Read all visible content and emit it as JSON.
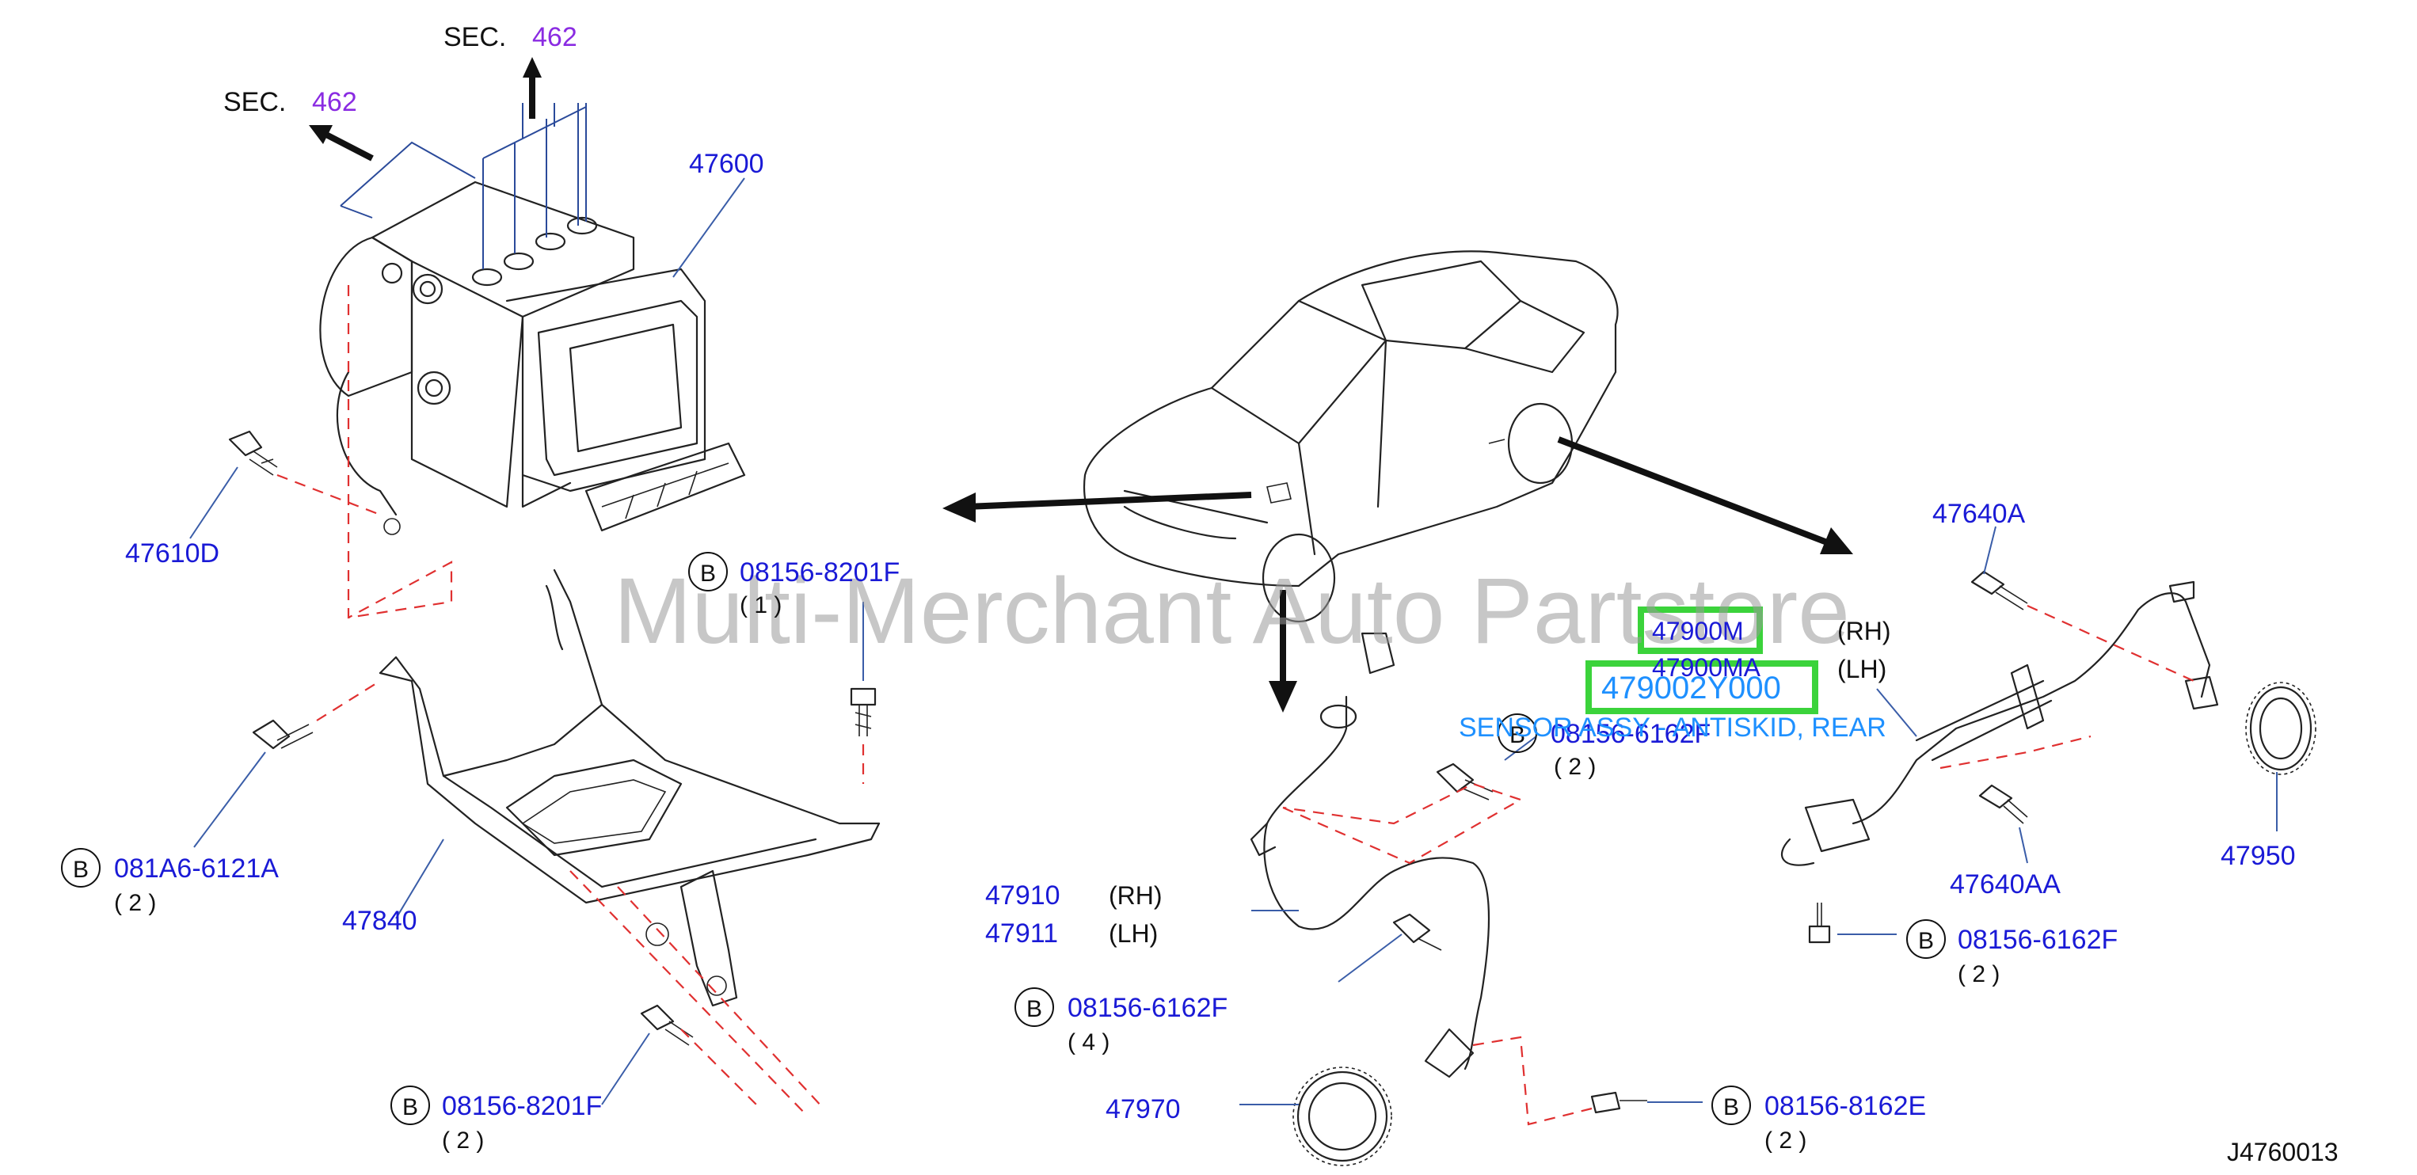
{
  "watermark": "Multi-Merchant Auto Partstore",
  "diagram_id": "J4760013",
  "sec_refs": [
    {
      "prefix": "SEC.",
      "number": "462"
    },
    {
      "prefix": "SEC.",
      "number": "462"
    }
  ],
  "parts": {
    "p47600": "47600",
    "p47610D": "47610D",
    "p47840": "47840",
    "p081A6": "081A6-6121A",
    "p081A6_qty": "( 2 )",
    "p08156_8201F_a": "08156-8201F",
    "p08156_8201F_a_qty": "( 1 )",
    "p08156_8201F_b": "08156-8201F",
    "p08156_8201F_b_qty": "( 2 )",
    "p47910": "47910",
    "p47910_side": "(RH)",
    "p47911": "47911",
    "p47911_side": "(LH)",
    "p08156_6162F_front": "08156-6162F",
    "p08156_6162F_front_qty": "( 4 )",
    "p47970": "47970",
    "p08156_6162F_mid": "08156-6162F",
    "p08156_6162F_mid_qty": "( 2 )",
    "p47900M": "47900M",
    "p47900M_side": "(RH)",
    "p47900MA": "47900MA",
    "p47900MA_side": "(LH)",
    "p479002Y000": "479002Y000",
    "sensor_desc": "SENSOR ASSY - ANTISKID, REAR",
    "p47640A": "47640A",
    "p47640AA": "47640AA",
    "p47950": "47950",
    "p08156_6162F_rear": "08156-6162F",
    "p08156_6162F_rear_qty": "( 2 )",
    "p08156_8162E": "08156-8162E",
    "p08156_8162E_qty": "( 2 )"
  },
  "callout_letter": "B",
  "colors": {
    "part_number": "#1a1ad6",
    "sec_number": "#8a2be2",
    "highlight": "#3bd33b",
    "dashed_leader": "#e03030"
  }
}
